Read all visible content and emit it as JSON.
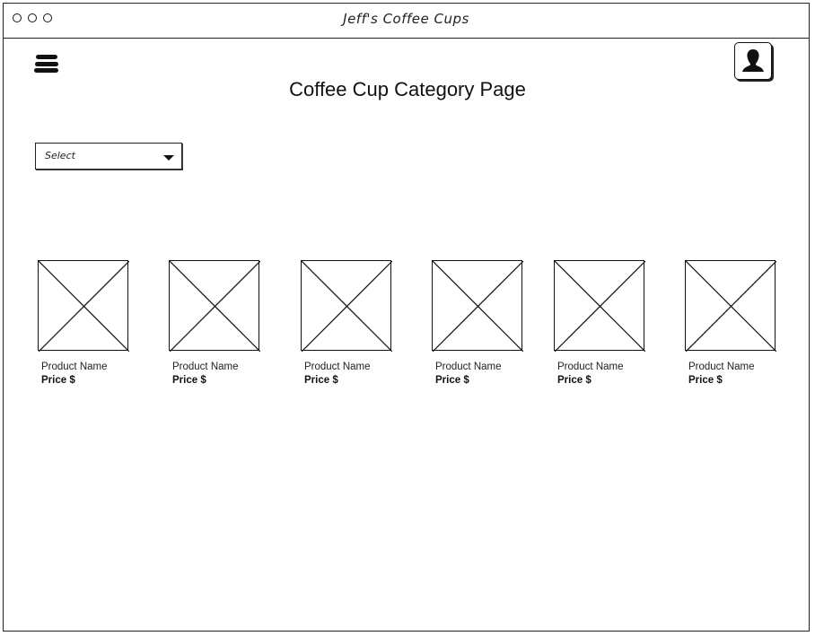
{
  "window": {
    "title": "Jeff's Coffee Cups",
    "controls": [
      "close",
      "minimize",
      "maximize"
    ]
  },
  "header": {
    "menu_icon": "hamburger-menu-icon",
    "account_icon": "user-avatar-icon",
    "page_title": "Coffee Cup Category Page"
  },
  "filter": {
    "select_label": "Select",
    "select_icon": "caret-down-icon"
  },
  "products": [
    {
      "name": "Product Name",
      "price": "Price $",
      "image_icon": "image-placeholder-icon"
    },
    {
      "name": "Product Name",
      "price": "Price $",
      "image_icon": "image-placeholder-icon"
    },
    {
      "name": "Product Name",
      "price": "Price $",
      "image_icon": "image-placeholder-icon"
    },
    {
      "name": "Product Name",
      "price": "Price $",
      "image_icon": "image-placeholder-icon"
    },
    {
      "name": "Product Name",
      "price": "Price $",
      "image_icon": "image-placeholder-icon"
    },
    {
      "name": "Product Name",
      "price": "Price $",
      "image_icon": "image-placeholder-icon"
    }
  ]
}
